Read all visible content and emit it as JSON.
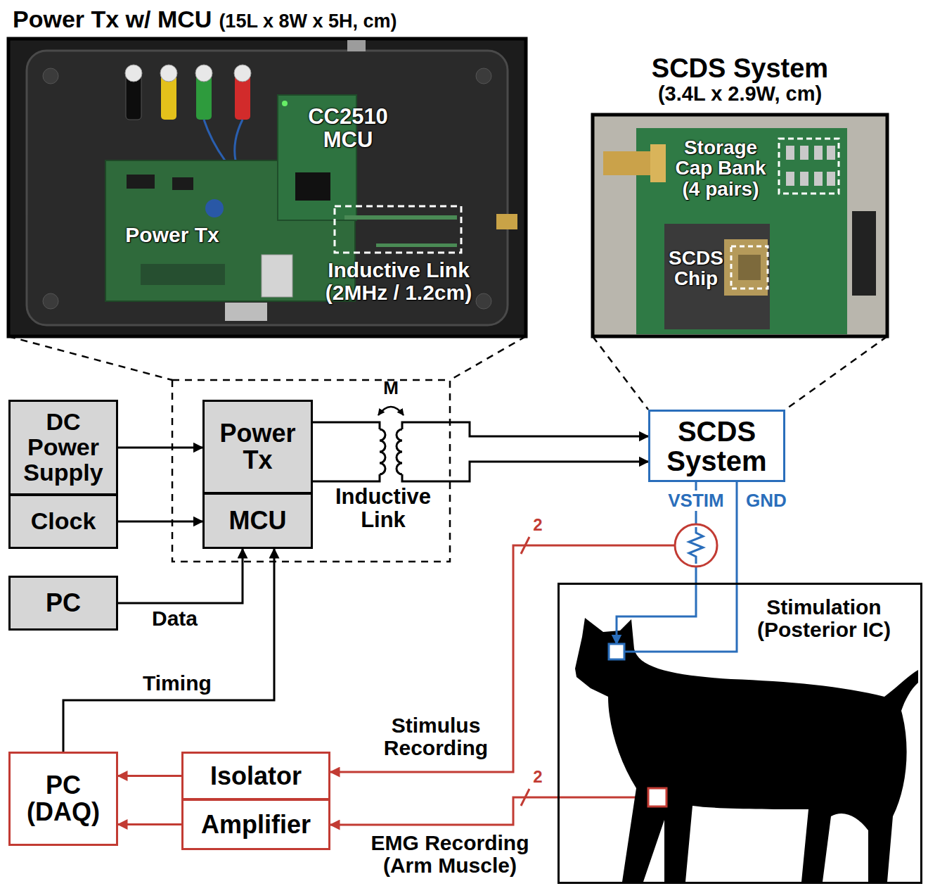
{
  "diagram": {
    "nodes": [
      {
        "text": [
          "Power Tx w/ MCU",
          "(15L x 8W x 5H, cm)"
        ]
      },
      {
        "text": [
          "SCDS System",
          "(3.4L x 2.9W, cm)"
        ]
      },
      {
        "text": [
          "DC Power Supply"
        ]
      },
      {
        "text": [
          "Clock"
        ]
      },
      {
        "text": [
          "PC"
        ]
      },
      {
        "text": [
          "Power Tx"
        ]
      },
      {
        "text": [
          "MCU"
        ]
      },
      {
        "text": [
          "SCDS System"
        ]
      },
      {
        "text": [
          "Stimulation (Posterior IC)"
        ]
      },
      {
        "text": [
          "PC (DAQ)"
        ]
      },
      {
        "text": [
          "Isolator"
        ]
      },
      {
        "text": [
          "Amplifier"
        ]
      }
    ],
    "edges": [
      {
        "from": 2,
        "to": 5,
        "arrow": "to"
      },
      {
        "from": 3,
        "to": 6,
        "arrow": "to"
      },
      {
        "from": 4,
        "to": 6,
        "label": "Data",
        "arrow": "to"
      },
      {
        "from": 9,
        "to": 6,
        "label": "Timing",
        "arrow": "to"
      },
      {
        "from": 5,
        "to": 7,
        "arrow": "to"
      },
      {
        "from": 5,
        "to": 7,
        "arrow": "to"
      },
      {
        "from": 7,
        "to": 8,
        "label": "VSTIM",
        "arrow": "to"
      },
      {
        "from": 7,
        "to": 8,
        "label": "GND",
        "arrow": "none"
      },
      {
        "from": 10,
        "to": 9,
        "arrow": "to"
      },
      {
        "from": 11,
        "to": 9,
        "arrow": "to"
      }
    ],
    "labels": [
      "CC2510 MCU",
      "Power Tx",
      "Inductive Link (2MHz / 1.2cm)",
      "Storage Cap Bank (4 pairs)",
      "SCDS Chip",
      "M",
      "Inductive Link",
      "2",
      "2",
      "Stimulus Recording",
      "EMG Recording (Arm Muscle)"
    ]
  }
}
